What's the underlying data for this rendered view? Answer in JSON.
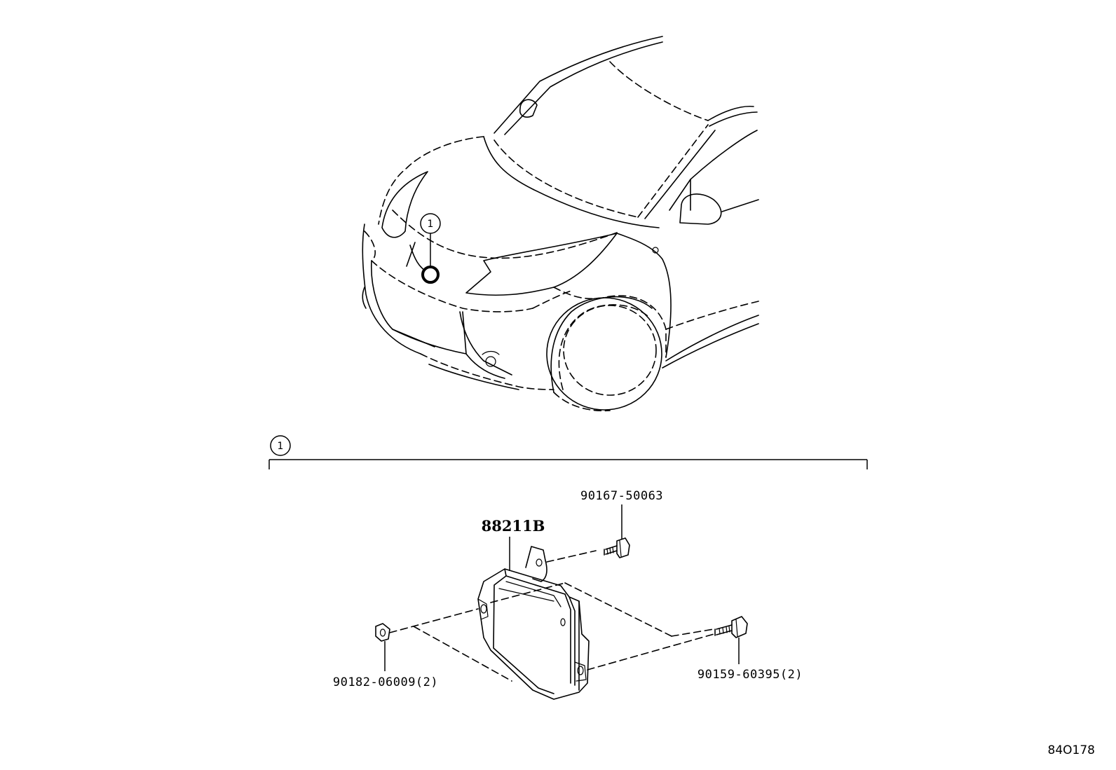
{
  "callouts": {
    "vehicle_marker": "1",
    "group_marker": "1"
  },
  "parts": {
    "main_component": "88211B",
    "bolt_upper": "90167-50063",
    "nut_left": "90182-06009(2)",
    "bolt_right": "90159-60395(2)"
  },
  "diagram_id": "84O178"
}
